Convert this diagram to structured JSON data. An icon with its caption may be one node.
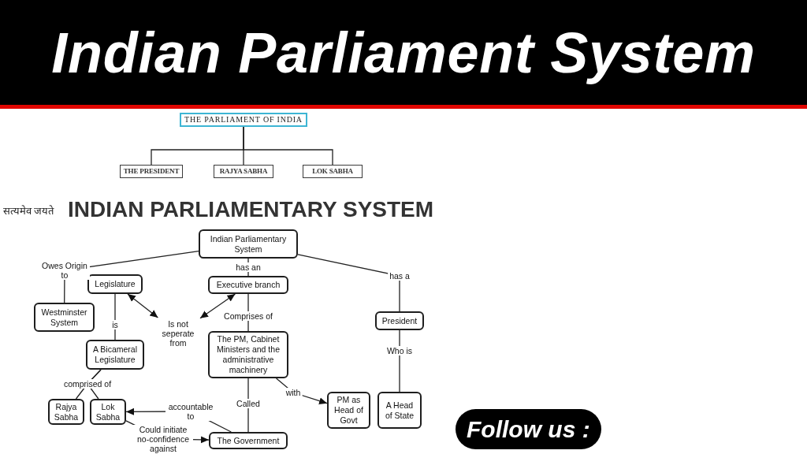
{
  "diagram": {
    "title": "Indian Parliament System",
    "nodes": [
      {
        "text": [
          "THE PARLIAMENT OF INDIA"
        ]
      },
      {
        "text": [
          "THE PRESIDENT"
        ]
      },
      {
        "text": [
          "RAJYA SABHA"
        ]
      },
      {
        "text": [
          "LOK SABHA"
        ]
      },
      {
        "text": [
          "Indian Parliamentary System"
        ]
      },
      {
        "text": [
          "Legislature"
        ]
      },
      {
        "text": [
          "Executive branch"
        ]
      },
      {
        "text": [
          "Westminster System"
        ]
      },
      {
        "text": [
          "Is not seperate from"
        ]
      },
      {
        "text": [
          "President"
        ]
      },
      {
        "text": [
          "A Bicameral Legislature"
        ]
      },
      {
        "text": [
          "The PM, Cabinet Ministers and the administrative machinery"
        ]
      },
      {
        "text": [
          "Rajya Sabha"
        ]
      },
      {
        "text": [
          "Lok Sabha"
        ]
      },
      {
        "text": [
          "PM as Head of Govt"
        ]
      },
      {
        "text": [
          "A Head of State"
        ]
      },
      {
        "text": [
          "The Government"
        ]
      }
    ],
    "edges": [
      {
        "from": 0,
        "to": 1,
        "arrow": "none"
      },
      {
        "from": 0,
        "to": 2,
        "arrow": "none"
      },
      {
        "from": 0,
        "to": 3,
        "arrow": "none"
      },
      {
        "from": 4,
        "to": 7,
        "arrow": "none",
        "label": "Owes Origin to"
      },
      {
        "from": 4,
        "to": 6,
        "arrow": "none",
        "label": "has an"
      },
      {
        "from": 4,
        "to": 9,
        "arrow": "none",
        "label": "has a"
      },
      {
        "from": 5,
        "to": 10,
        "arrow": "none",
        "label": "is"
      },
      {
        "from": 5,
        "to": 8,
        "arrow": "both"
      },
      {
        "from": 8,
        "to": 6,
        "arrow": "both"
      },
      {
        "from": 6,
        "to": 11,
        "arrow": "none",
        "label": "Comprises of"
      },
      {
        "from": 9,
        "to": 15,
        "arrow": "none",
        "label": "Who is"
      },
      {
        "from": 10,
        "to": 12,
        "arrow": "none",
        "label": "comprised of"
      },
      {
        "from": 10,
        "to": 13,
        "arrow": "none"
      },
      {
        "from": 11,
        "to": 16,
        "arrow": "none",
        "label": "Called"
      },
      {
        "from": 11,
        "to": 14,
        "arrow": "to",
        "label": "with"
      },
      {
        "from": 16,
        "to": 13,
        "arrow": "to",
        "label": "accountable to"
      },
      {
        "from": 13,
        "to": 16,
        "arrow": "to",
        "label": "Could initiate no-confidence against"
      }
    ],
    "labels": [
      "सत्यमेव जयते",
      "INDIAN PARLIAMENTARY SYSTEM",
      "Follow us :"
    ]
  }
}
